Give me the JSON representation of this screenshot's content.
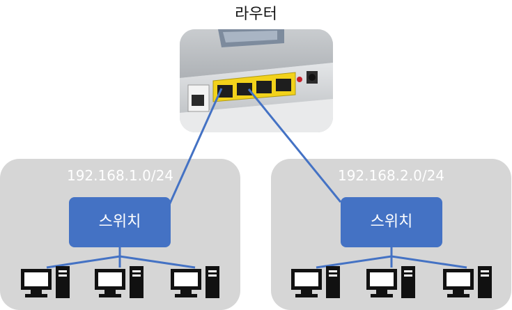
{
  "router": {
    "title": "라우터",
    "icon": "router-photo"
  },
  "networks": [
    {
      "subnet": "192.168.1.0/24",
      "switch_label": "스위치",
      "pcs": [
        "pc-icon",
        "pc-icon",
        "pc-icon"
      ]
    },
    {
      "subnet": "192.168.2.0/24",
      "switch_label": "스위치",
      "pcs": [
        "pc-icon",
        "pc-icon",
        "pc-icon"
      ]
    }
  ],
  "colors": {
    "switch": "#4472c4",
    "link": "#4472c4",
    "zone": "#d6d6d6",
    "port_panel": "#f2d21b"
  }
}
